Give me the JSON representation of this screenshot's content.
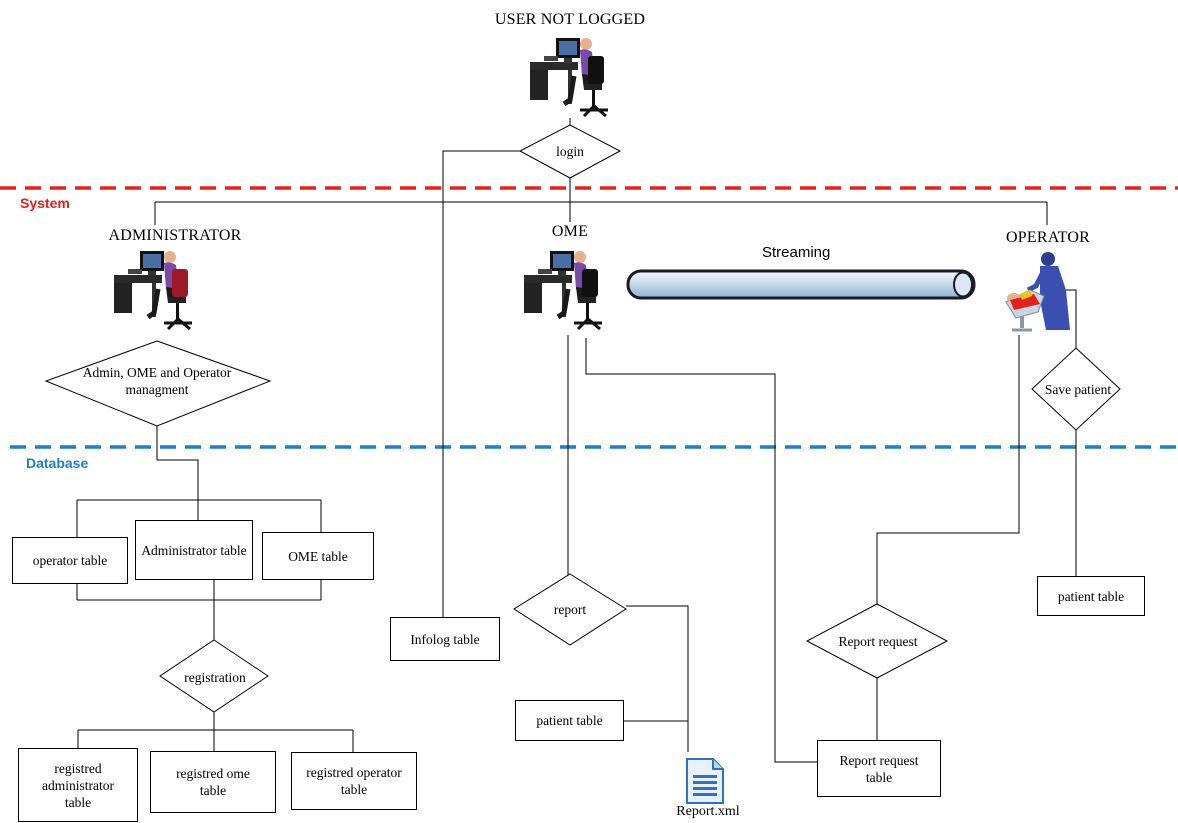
{
  "header": {
    "title": "USER NOT LOGGED"
  },
  "zones": {
    "system": "System",
    "database": "Database"
  },
  "actors": {
    "administrator": "ADMINISTRATOR",
    "ome": "OME",
    "operator": "OPERATOR",
    "streaming": "Streaming"
  },
  "decisions": {
    "login": "login",
    "management": "Admin, OME and Operator managment",
    "save_patient": "Save patient",
    "registration": "registration",
    "report": "report",
    "report_request": "Report request"
  },
  "tables": {
    "operator": "operator table",
    "administrator": "Administrator table",
    "ome": "OME table",
    "infolog": "Infolog table",
    "patient_ome": "patient table",
    "report_request": "Report request table",
    "patient_operator": "patient table",
    "reg_admin": "registred administrator table",
    "reg_ome": "registred ome table",
    "reg_operator": "registred operator table"
  },
  "files": {
    "report_xml": "Report.xml"
  },
  "colors": {
    "system_line": "#e8201c",
    "database_line": "#1f7fc4",
    "system_text": "#e8201c",
    "database_text": "#1f7fc4"
  },
  "icons": [
    "computer-user-icon",
    "dentist-operator-icon",
    "xml-document-icon",
    "streaming-pipe"
  ]
}
